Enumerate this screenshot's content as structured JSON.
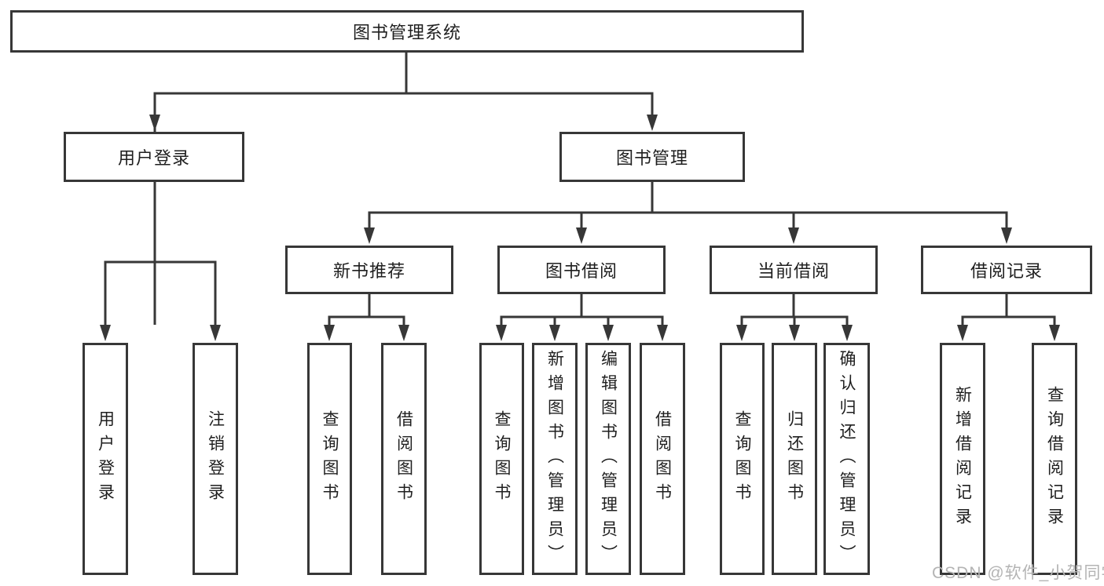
{
  "diagram": {
    "root": {
      "label": "图书管理系统"
    },
    "level2": [
      {
        "label": "用户登录"
      },
      {
        "label": "图书管理"
      }
    ],
    "level3": [
      {
        "label": "新书推荐"
      },
      {
        "label": "图书借阅"
      },
      {
        "label": "当前借阅"
      },
      {
        "label": "借阅记录"
      }
    ],
    "leaves": {
      "user_login": [
        "用户登录",
        "注销登录"
      ],
      "new_book": [
        "查询图书",
        "借阅图书"
      ],
      "book_borrow": [
        "查询图书",
        "新增图书（管理员）",
        "编辑图书（管理员）",
        "借阅图书"
      ],
      "current_borrow": [
        "查询图书",
        "归还图书",
        "确认归还（管理员）"
      ],
      "borrow_records": [
        "新增借阅记录",
        "查询借阅记录"
      ]
    }
  },
  "watermark": {
    "text": "CSDN @软件_小贺同学"
  },
  "colors": {
    "line": "#373737",
    "text": "#1f1f1f",
    "watermark": "#b4b4b4",
    "background": "#ffffff"
  }
}
